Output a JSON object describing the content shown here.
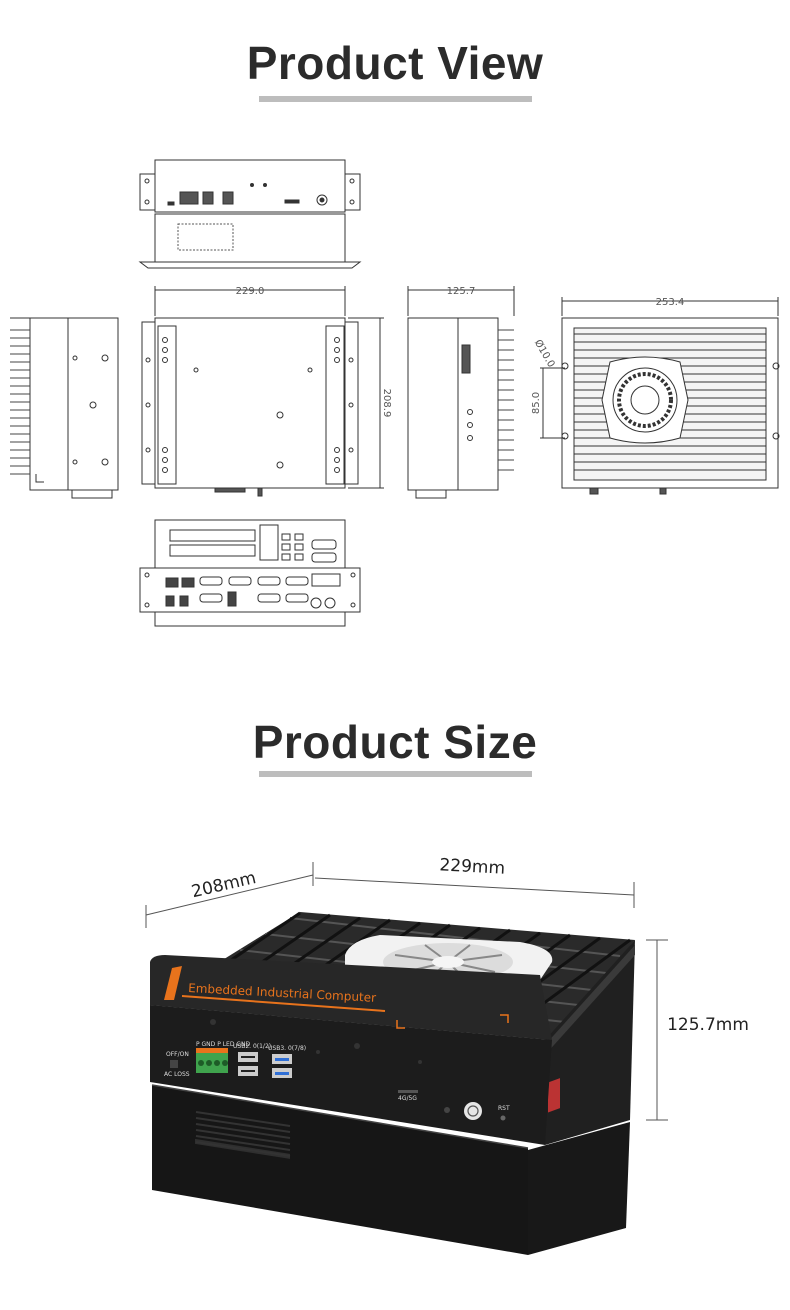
{
  "sections": {
    "product_view_title": "Product View",
    "product_size_title": "Product Size"
  },
  "drawing": {
    "width_dim": "229.0",
    "depth_dim": "208.9",
    "height_dim": "125.7",
    "heatsink_width_dim": "253.4",
    "hole_dim": "Ø10.0",
    "hole_spacing_dim": "85.0"
  },
  "product": {
    "depth_label": "208mm",
    "width_label": "229mm",
    "height_label": "125.7mm",
    "brand_banner": "Embedded Industrial Computer",
    "port_labels": {
      "terminal": "P  GND P  LED GND",
      "usb2": "USB2. 0(1/2)",
      "usb3": "USB3. 0(7/8)",
      "switch_top": "OFF/ON",
      "switch_bottom": "AC LOSS",
      "sd": "4G/5G",
      "rst": "RST"
    }
  },
  "colors": {
    "accent_orange": "#e8731c",
    "title_gray": "#2b2b2b",
    "underline_gray": "#bdbdbd",
    "chassis_black": "#1c1c1c"
  }
}
